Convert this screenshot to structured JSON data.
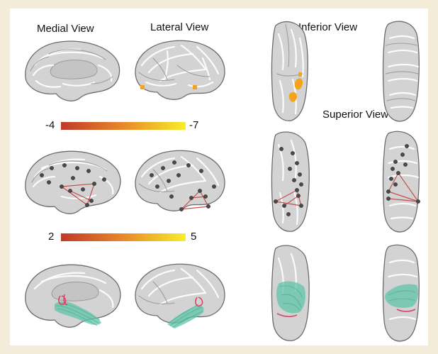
{
  "labels": {
    "medial_view": "Medial View",
    "lateral_view": "Lateral View",
    "inferior_view": "Inferior View",
    "superior_view": "Superior View"
  },
  "colorbars": [
    {
      "min_label": "-4",
      "max_label": "-7",
      "colors": [
        "#c0392b",
        "#e8882a",
        "#f7ee2a"
      ]
    },
    {
      "min_label": "2",
      "max_label": "5",
      "colors": [
        "#c0392b",
        "#e8882a",
        "#f7ee2a"
      ]
    }
  ],
  "rows": [
    {
      "row": "activation",
      "overlay": "orange-activation-patches"
    },
    {
      "row": "network",
      "overlay": "grey-nodes-red-edges"
    },
    {
      "row": "tractography",
      "overlay": "green-fiber-tracts-with-pink-loop"
    }
  ],
  "colors": {
    "background": "#f2ecd9",
    "brain": "#d3d3d3",
    "node": "#4a4a4a",
    "edge": "#c0504d",
    "tract": "#5fc4a8",
    "loop": "#d6456a",
    "activation": "#f5a41a"
  }
}
